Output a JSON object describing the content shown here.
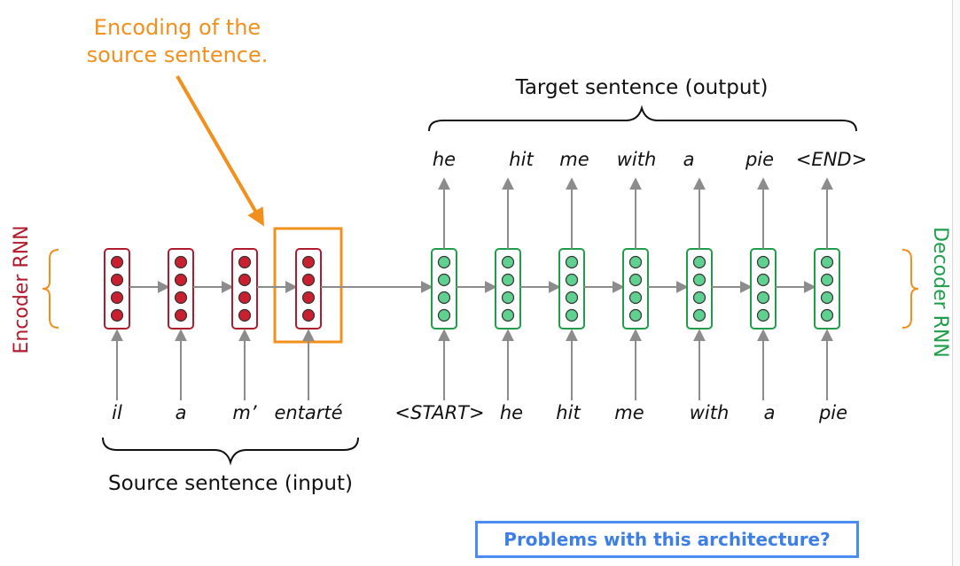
{
  "encoding_label_line1": "Encoding of the",
  "encoding_label_line2": "source sentence.",
  "target_label": "Target sentence (output)",
  "source_label": "Source sentence (input)",
  "encoder_label": "Encoder RNN",
  "decoder_label": "Decoder RNN",
  "callout": "Problems with this architecture?",
  "source_words": [
    "il",
    "a",
    "m’",
    "entarté"
  ],
  "decoder_inputs": [
    "<START>",
    "he",
    "hit",
    "me",
    "with",
    "a",
    "pie"
  ],
  "output_words": [
    "he",
    "hit",
    "me",
    "with",
    "a",
    "pie",
    "<END>"
  ],
  "colors": {
    "encoder": "#b01c2e",
    "decoder": "#1e9e4a",
    "encoder_node": "#c8202f",
    "decoder_node": "#5fd08f",
    "highlight": "#f2901e",
    "arrow": "#8c8c8c",
    "callout": "#3d7fe6"
  }
}
